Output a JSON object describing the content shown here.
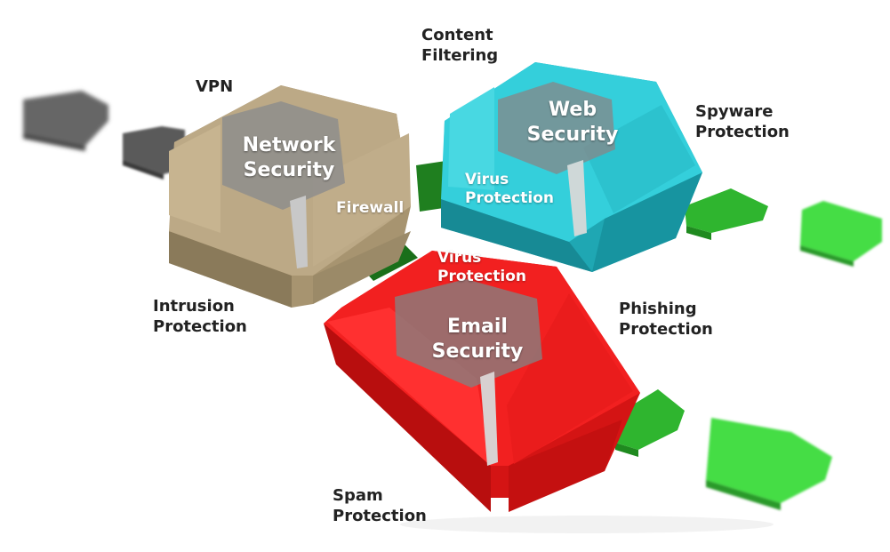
{
  "colors": {
    "network": "#b7a483",
    "web": "#2bc4d0",
    "email": "#ee1a1a",
    "arrow_gray": "#555555",
    "arrow_green": "#33cc33",
    "connector_green": "#1f7f1f"
  },
  "hubs": {
    "network": {
      "line1": "Network",
      "line2": "Security"
    },
    "web": {
      "line1": "Web",
      "line2": "Security"
    },
    "email": {
      "line1": "Email",
      "line2": "Security"
    }
  },
  "inner_labels": {
    "firewall": "Firewall",
    "web_virus": {
      "line1": "Virus",
      "line2": "Protection"
    },
    "email_virus": {
      "line1": "Virus",
      "line2": "Protection"
    }
  },
  "outer_labels": {
    "vpn": "VPN",
    "content_filtering": {
      "line1": "Content",
      "line2": "Filtering"
    },
    "spyware": {
      "line1": "Spyware",
      "line2": "Protection"
    },
    "intrusion": {
      "line1": "Intrusion",
      "line2": "Protection"
    },
    "phishing": {
      "line1": "Phishing",
      "line2": "Protection"
    },
    "spam": {
      "line1": "Spam",
      "line2": "Protection"
    }
  }
}
